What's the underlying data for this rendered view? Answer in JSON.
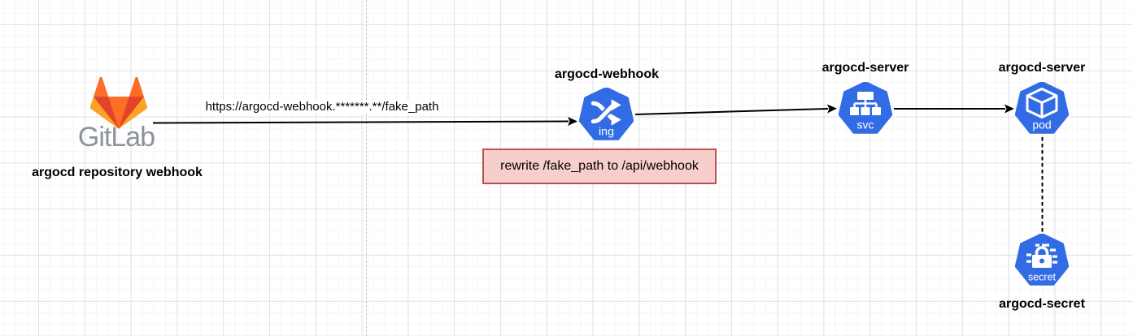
{
  "gitlab": {
    "wordmark": "GitLab",
    "caption": "argocd repository webhook"
  },
  "edge_labels": {
    "gitlab_to_ingress": "https://argocd-webhook.*******.**/fake_path"
  },
  "nodes": {
    "ingress": {
      "title": "argocd-webhook",
      "badge": "ing"
    },
    "service": {
      "title": "argocd-server",
      "badge": "svc"
    },
    "pod": {
      "title": "argocd-server",
      "badge": "pod"
    },
    "secret": {
      "title": "argocd-secret",
      "badge": "secret"
    }
  },
  "note": {
    "text": "rewrite /fake_path to /api/webhook"
  },
  "colors": {
    "k8s_blue": "#326ce5",
    "note_fill": "#f8cecc",
    "note_border": "#b85450",
    "gitlab_red": "#e24329",
    "gitlab_orange": "#fc6d26",
    "gitlab_yellow": "#fca326",
    "wordmark_gray": "#8c929d",
    "edge": "#000000",
    "grid_minor": "#f5f5f5",
    "grid_major": "#e2e2e2",
    "page_divider": "#c8c8c8"
  }
}
